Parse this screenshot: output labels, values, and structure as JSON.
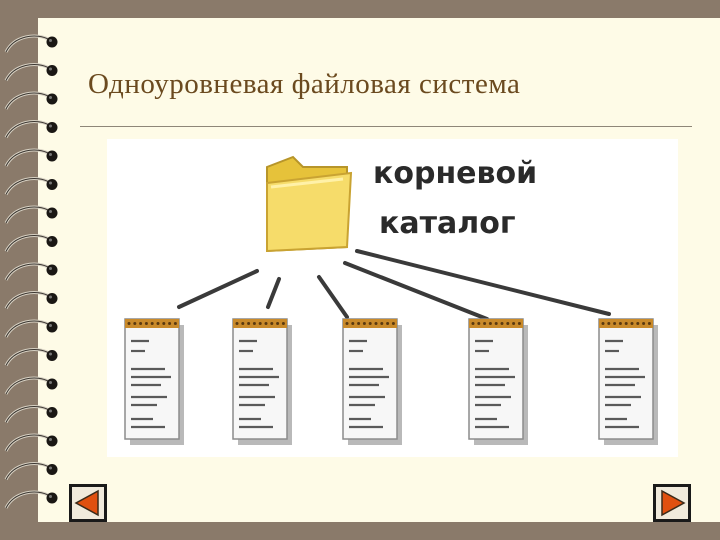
{
  "slide": {
    "title": "Одноуровневая файловая система"
  },
  "diagram": {
    "root": {
      "label_line1": "корневой",
      "label_line2": "каталог",
      "icon": "folder-icon"
    },
    "files": [
      {
        "icon": "document-icon"
      },
      {
        "icon": "document-icon"
      },
      {
        "icon": "document-icon"
      },
      {
        "icon": "document-icon"
      },
      {
        "icon": "document-icon"
      }
    ]
  },
  "navigation": {
    "prev_icon": "triangle-left-icon",
    "next_icon": "triangle-right-icon"
  },
  "colors": {
    "title": "#6b4a1f",
    "page": "#fefbe7",
    "frame": "#8a7a6a",
    "nav_fill": "#e05010",
    "folder": "#f2d24a"
  }
}
